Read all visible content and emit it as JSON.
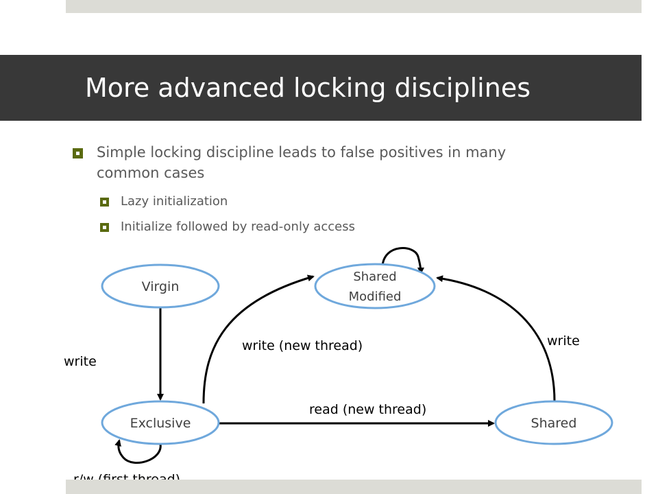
{
  "slide": {
    "title": "More advanced locking disciplines",
    "bullets": [
      {
        "text_line1": "Simple locking discipline leads to false positives in many",
        "text_line2": "common cases"
      },
      {
        "text": "Lazy initialization"
      },
      {
        "text": "Initialize followed by read-only access"
      }
    ]
  },
  "diagram": {
    "states": {
      "virgin": "Virgin",
      "shared_modified_line1": "Shared",
      "shared_modified_line2": "Modified",
      "exclusive": "Exclusive",
      "shared": "Shared"
    },
    "transitions": {
      "virgin_to_exclusive": "write",
      "exclusive_to_shared_modified": "write (new thread)",
      "exclusive_to_shared": "read (new thread)",
      "shared_to_shared_modified": "write",
      "exclusive_self_loop": "r/w (first thread)"
    }
  },
  "colors": {
    "title_band": "#383838",
    "accent_bars": "#dcdcd6",
    "bullet_mark": "#5a6a10",
    "state_fill": "#ffffff",
    "state_border": "#6fa8dc"
  }
}
